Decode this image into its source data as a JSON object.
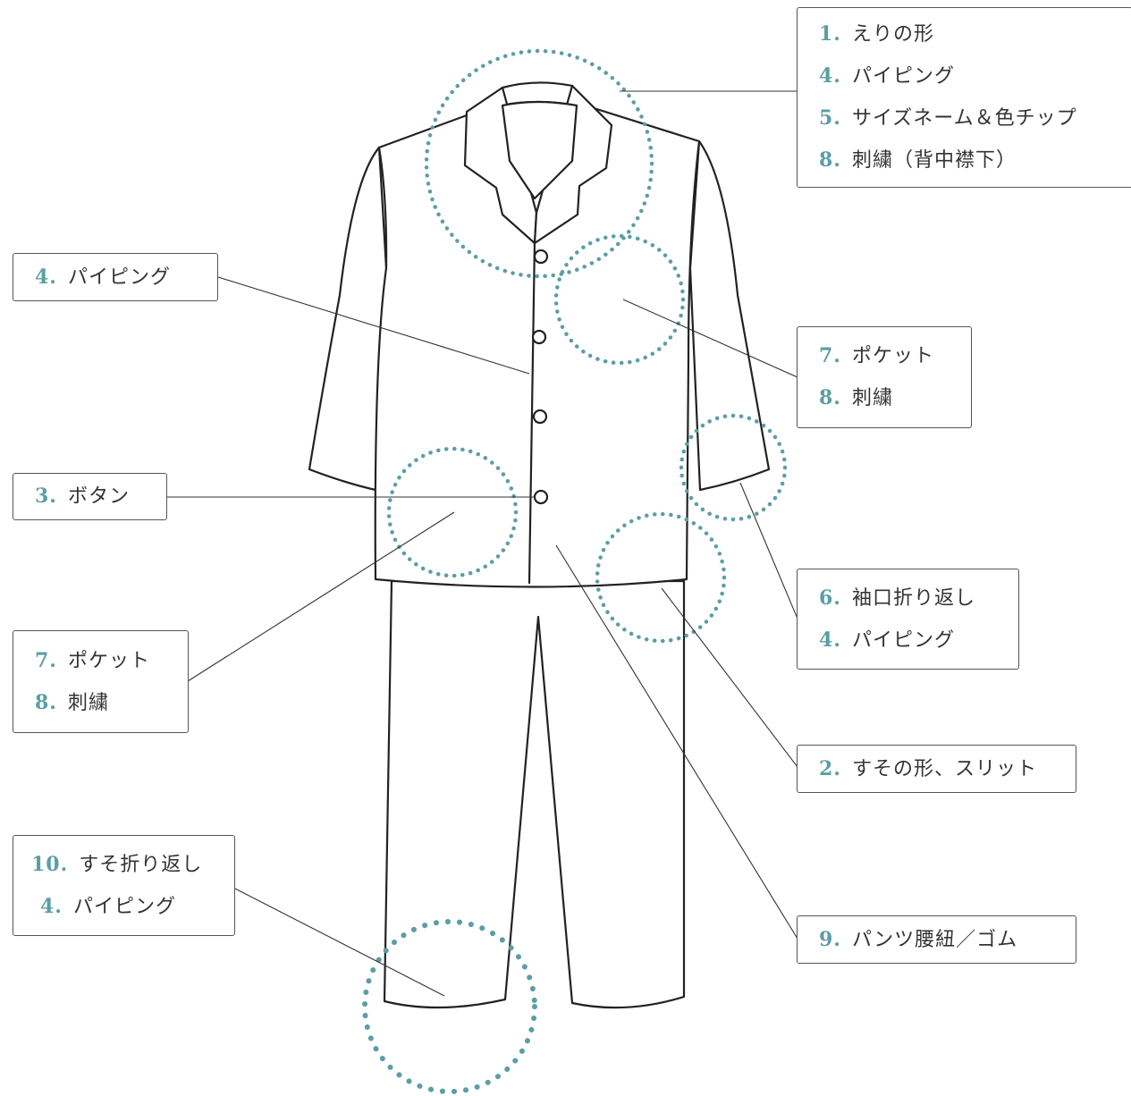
{
  "accent_color": "#5b9ea5",
  "callouts": {
    "collar": [
      {
        "num": "1.",
        "label": "えりの形"
      },
      {
        "num": "4.",
        "label": "パイピング"
      },
      {
        "num": "5.",
        "label": "サイズネーム＆色チップ"
      },
      {
        "num": "8.",
        "label": "刺繍（背中襟下）"
      }
    ],
    "front_piping": [
      {
        "num": "4.",
        "label": "パイピング"
      }
    ],
    "chest_pocket": [
      {
        "num": "7.",
        "label": "ポケット"
      },
      {
        "num": "8.",
        "label": "刺繍"
      }
    ],
    "button": [
      {
        "num": "3.",
        "label": "ボタン"
      }
    ],
    "cuff": [
      {
        "num": "6.",
        "label": "袖口折り返し"
      },
      {
        "num": "4.",
        "label": "パイピング"
      }
    ],
    "lower_pocket": [
      {
        "num": "7.",
        "label": "ポケット"
      },
      {
        "num": "8.",
        "label": "刺繍"
      }
    ],
    "hem": [
      {
        "num": "2.",
        "label": "すその形、スリット"
      }
    ],
    "hem_fold": [
      {
        "num": "10.",
        "label": "すそ折り返し"
      },
      {
        "num": "4.",
        "label": "パイピング"
      }
    ],
    "waist": [
      {
        "num": "9.",
        "label": "パンツ腰紐／ゴム"
      }
    ]
  }
}
